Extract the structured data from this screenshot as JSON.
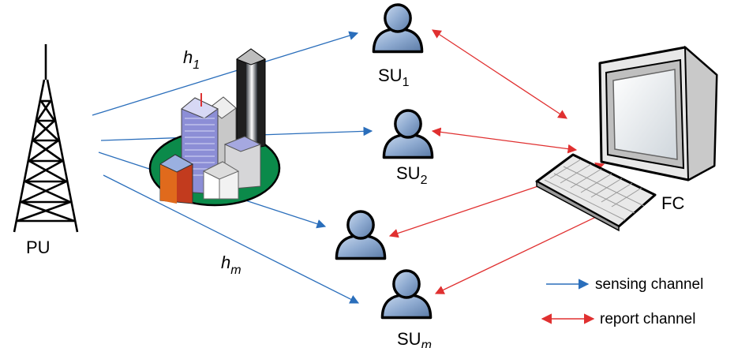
{
  "nodes": {
    "pu": {
      "label": "PU"
    },
    "fc": {
      "label": "FC"
    },
    "su1": {
      "label": "SU",
      "sub": "1"
    },
    "su2": {
      "label": "SU",
      "sub": "2"
    },
    "su3": {
      "label": "",
      "sub": ""
    },
    "sum": {
      "label": "SU",
      "sub": "m"
    }
  },
  "channels": {
    "h1": {
      "label": "h",
      "sub": "1"
    },
    "hm": {
      "label": "h",
      "sub": "m"
    }
  },
  "legend": {
    "sensing": "sensing channel",
    "report": "report channel"
  },
  "colors": {
    "sensing": "#2a6ebb",
    "report": "#e03030",
    "user_body": "#7f9fc4",
    "ground": "#0b8a4a"
  },
  "icons": {
    "tower": "radio-tower-icon",
    "city": "city-buildings-icon",
    "user": "user-silhouette-icon",
    "computer": "desktop-computer-icon"
  }
}
